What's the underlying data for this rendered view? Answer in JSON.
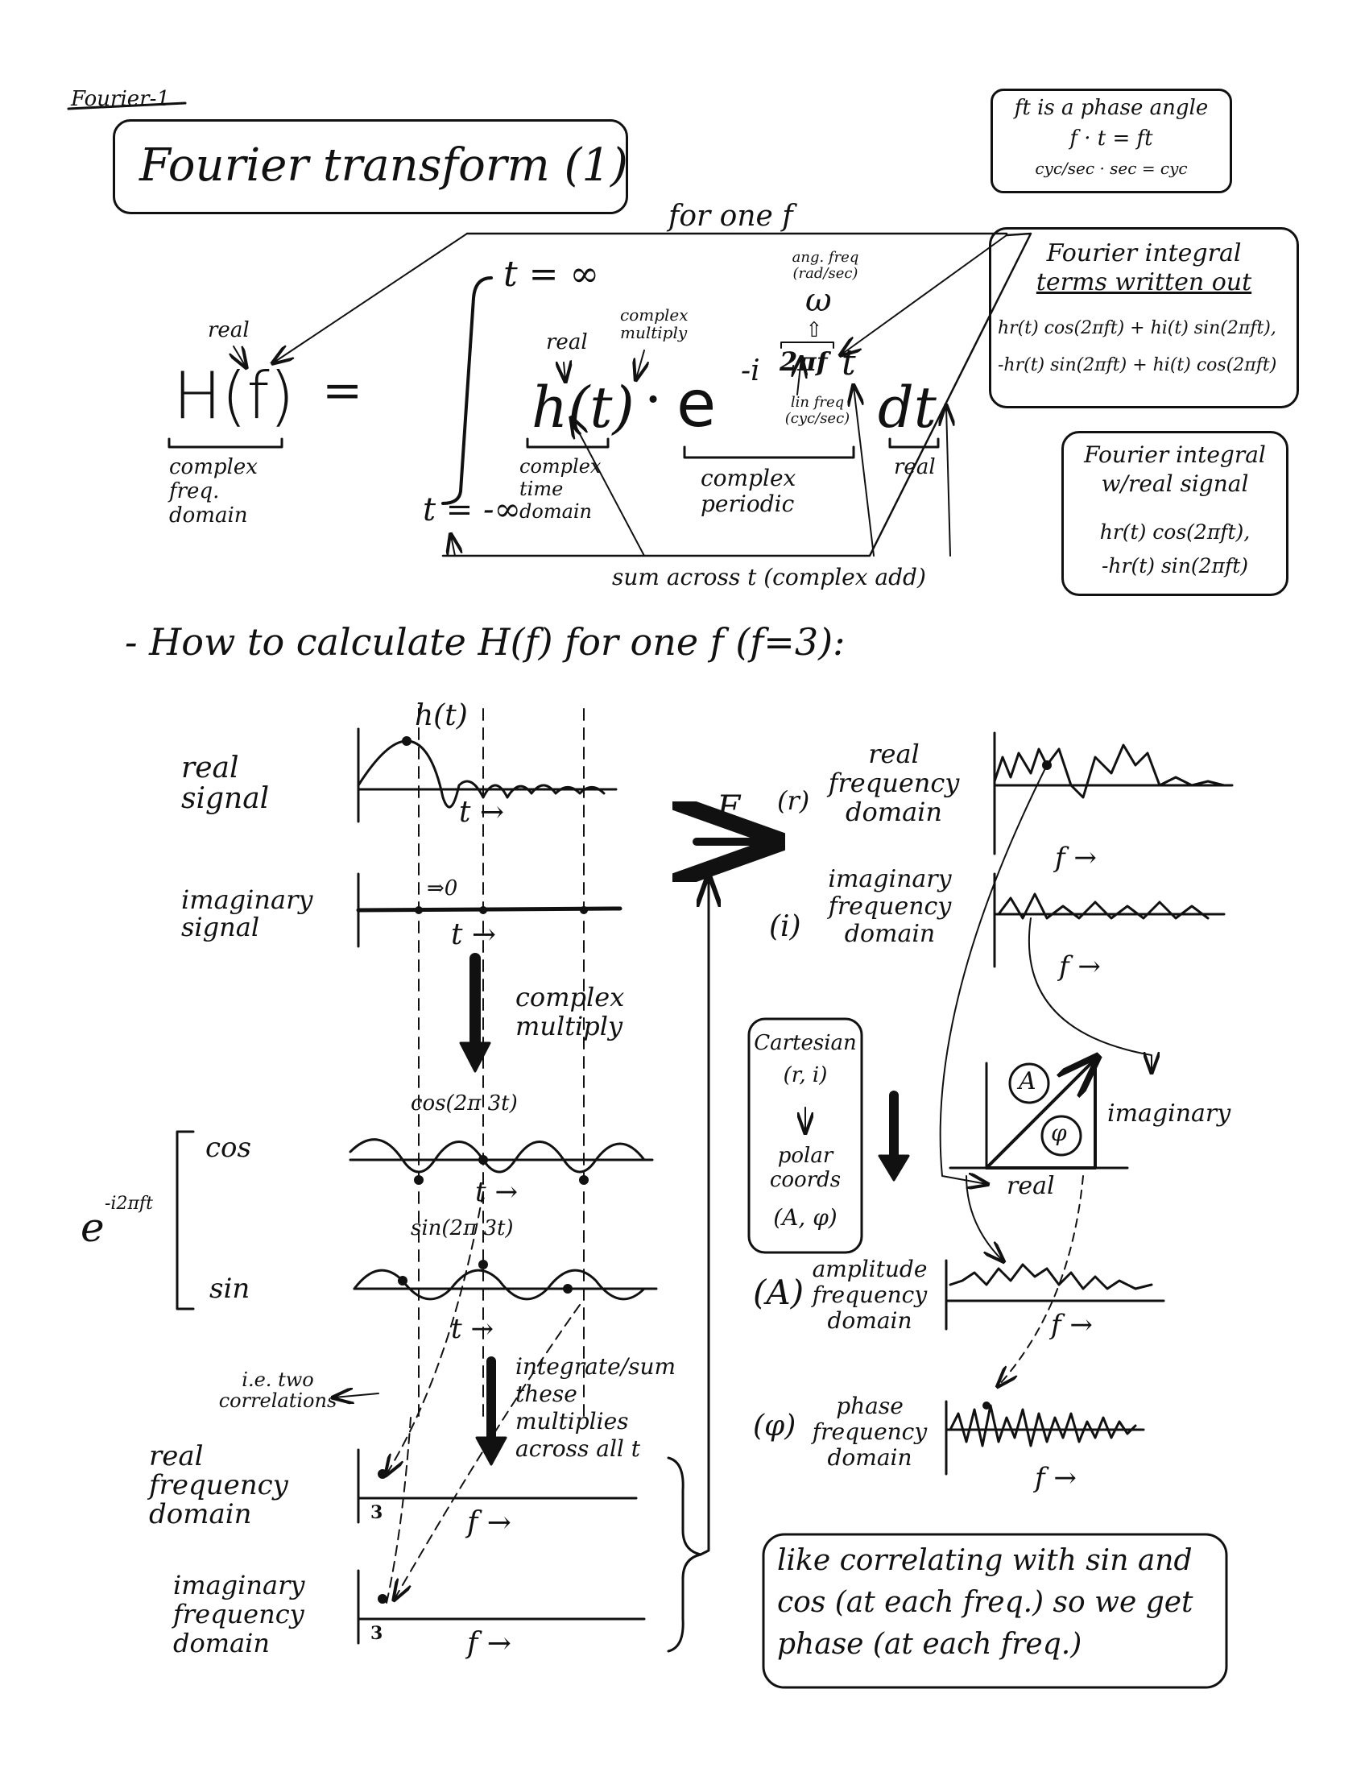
{
  "page_tag": "Fourier-1",
  "title": "Fourier transform (1)",
  "phase_box": {
    "heading": "ft is a phase angle",
    "row1": "f  ·  t  =  ft",
    "row2": "cyc/sec · sec = cyc"
  },
  "integral_box": {
    "heading1": "Fourier integral",
    "heading2": "terms written out",
    "row1": "hr(t) cos(2πft) + hi(t) sin(2πft),",
    "row2": "-hr(t) sin(2πft) + hi(t) cos(2πft)"
  },
  "real_box": {
    "heading1": "Fourier integral",
    "heading2": "w/real signal",
    "row1": "hr(t) cos(2πft),",
    "row2": "-hr(t) sin(2πft)"
  },
  "equation": {
    "for_one": "for one f",
    "lhs": "H(f)",
    "equals": "=",
    "upper": "t = ∞",
    "lower": "t = -∞",
    "h": "h(t)",
    "dot": "·",
    "e": "e",
    "exp": "-i",
    "two_pi_f": "2πf",
    "t": "t",
    "dt": "dt",
    "real1": "real",
    "real2": "real",
    "real3": "real",
    "complex_multiply": "complex multiply",
    "ang_freq": "ang. freq (rad/sec)",
    "omega": "ω",
    "arrow_up": "⇧",
    "lin_freq": "lin freq (cyc/sec)",
    "complex_freq": "complex freq. domain",
    "complex_time": "complex time domain",
    "complex_periodic": "complex periodic",
    "sum_across": "sum across t (complex add)"
  },
  "how_to": "- How to calculate H(f) for one f (f=3):",
  "left": {
    "real_signal": "real signal",
    "h_t": "h(t)",
    "t1": "t →",
    "imag_signal": "imaginary signal",
    "to_zero": "⇒0",
    "t2": "t →",
    "complex_multiply": "complex multiply",
    "cos_label": "cos(2π 3t)",
    "cos": "cos",
    "e_term": "e",
    "e_exp": "-i2πft",
    "t3": "t →",
    "sin_label": "sin(2π 3t)",
    "sin": "sin",
    "t4": "t →",
    "two_corr": "i.e. two correlations",
    "integrate": "integrate/sum these multiplies across all t",
    "real_freq": "real frequency domain",
    "three1": "3",
    "f1": "f →",
    "imag_freq": "imaginary frequency domain",
    "three2": "3",
    "f2": "f →"
  },
  "right": {
    "F": "F",
    "r_label": "(r)",
    "real_freq": "real frequency domain",
    "f1": "f →",
    "i_label": "(i)",
    "imag_freq": "imaginary frequency domain",
    "f2": "f →",
    "cartesian": "Cartesian",
    "ri": "(r, i)",
    "polar": "polar coords",
    "a_phi": "(A, φ)",
    "A": "A",
    "phi": "φ",
    "imaginary": "imaginary",
    "real": "real",
    "A_label": "(A)",
    "amplitude": "amplitude frequency domain",
    "f3": "f →",
    "phi_label": "(φ)",
    "phase": "phase frequency domain",
    "f4": "f →"
  },
  "note": "like correlating with sin and cos (at each freq.) so we get phase (at each freq.)"
}
